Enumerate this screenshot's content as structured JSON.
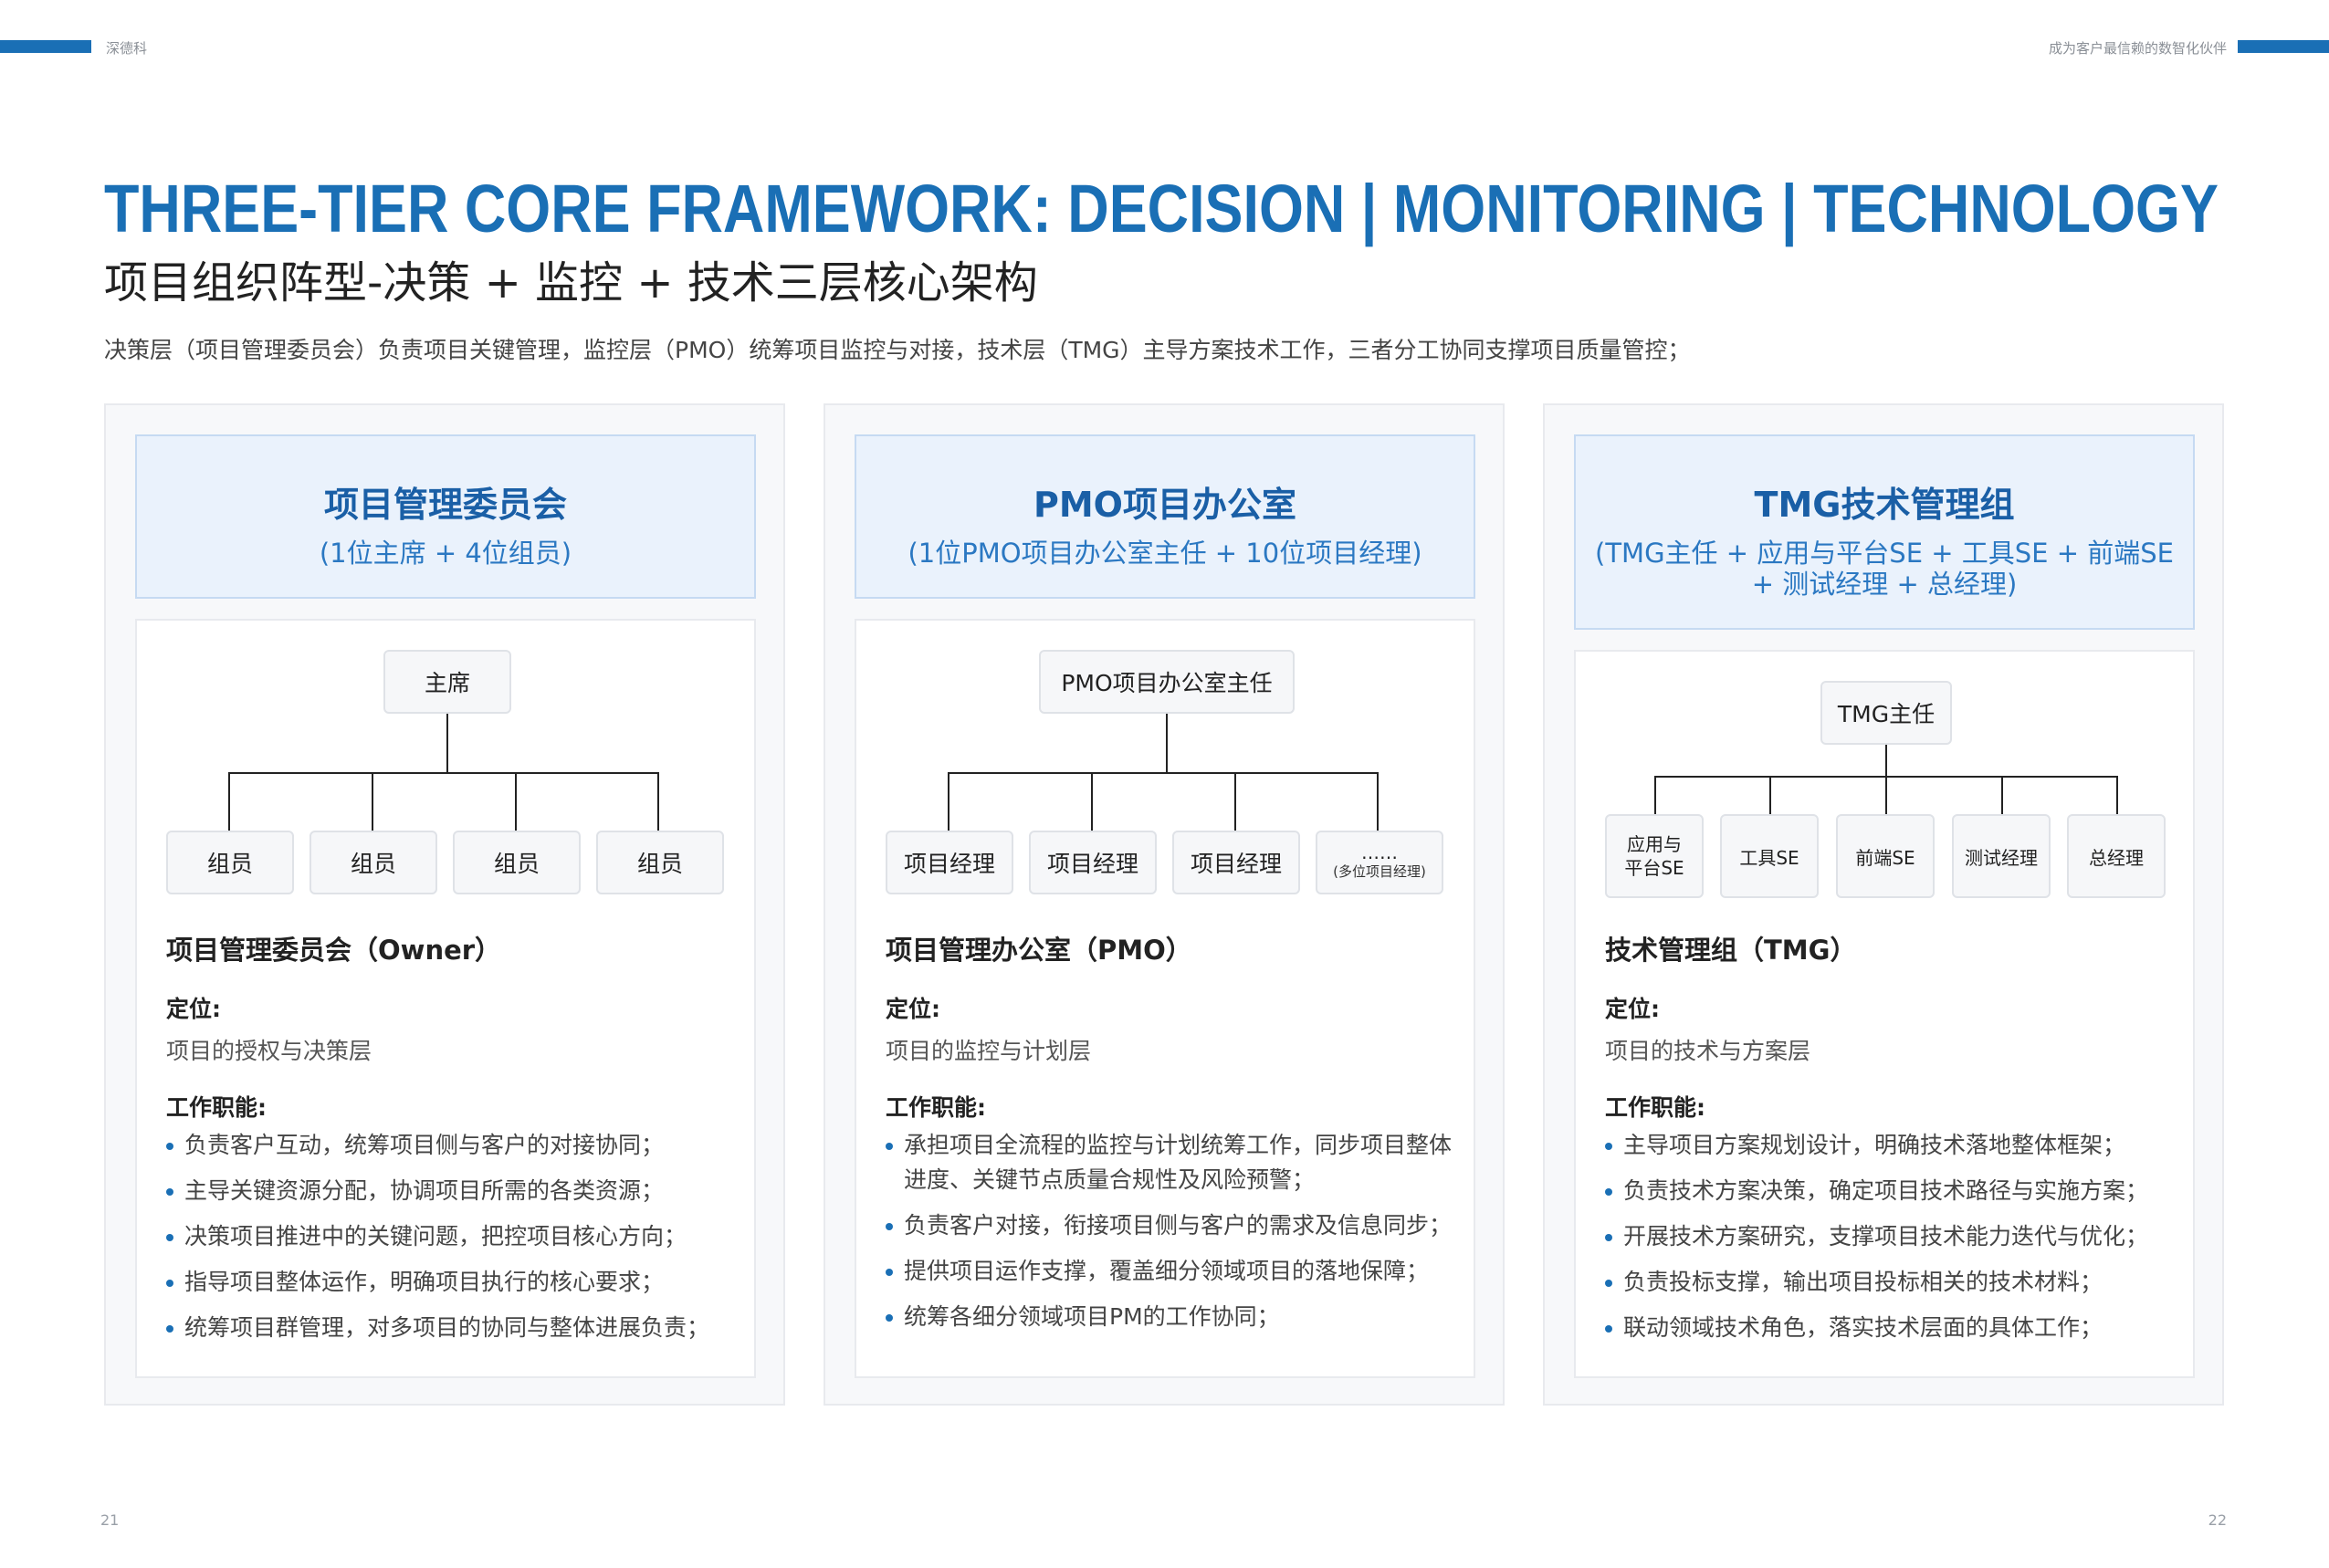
{
  "header": {
    "left_text": "深德科",
    "right_text": "成为客户最信赖的数智化伙伴"
  },
  "title_en": "THREE-TIER CORE FRAMEWORK: DECISION | MONITORING | TECHNOLOGY",
  "title_cn": "项目组织阵型-决策 + 监控 + 技术三层核心架构",
  "description": "决策层（项目管理委员会）负责项目关键管理，监控层（PMO）统筹项目监控与对接，技术层（TMG）主导方案技术工作，三者分工协同支撑项目质量管控；",
  "columns": [
    {
      "title": "项目管理委员会",
      "subtitle": "(1位主席 + 4位组员)",
      "top_node": "主席",
      "children": [
        "组员",
        "组员",
        "组员",
        "组员"
      ],
      "role_title": "项目管理委员会（Owner）",
      "position_label": "定位:",
      "position_value": "项目的授权与决策层",
      "duties_label": "工作职能:",
      "duties": [
        "负责客户互动，统筹项目侧与客户的对接协同；",
        "主导关键资源分配，协调项目所需的各类资源；",
        "决策项目推进中的关键问题，把控项目核心方向；",
        "指导项目整体运作，明确项目执行的核心要求；",
        "统筹项目群管理，对多项目的协同与整体进展负责；"
      ]
    },
    {
      "title": "PMO项目办公室",
      "subtitle": "(1位PMO项目办公室主任 + 10位项目经理)",
      "top_node": "PMO项目办公室主任",
      "children": [
        "项目经理",
        "项目经理",
        "项目经理"
      ],
      "children_more": "……",
      "children_more_note": "(多位项目经理)",
      "role_title": "项目管理办公室（PMO）",
      "position_label": "定位:",
      "position_value": "项目的监控与计划层",
      "duties_label": "工作职能:",
      "duties": [
        "承担项目全流程的监控与计划统筹工作，同步项目整体进度、关键节点质量合规性及风险预警；",
        "负责客户对接，衔接项目侧与客户的需求及信息同步；",
        "提供项目运作支撑，覆盖细分领域项目的落地保障；",
        "统筹各细分领域项目PM的工作协同；"
      ]
    },
    {
      "title": "TMG技术管理组",
      "subtitle": "(TMG主任 + 应用与平台SE + 工具SE + 前端SE + 测试经理 + 总经理)",
      "top_node": "TMG主任",
      "children": [
        "应用与平台SE",
        "工具SE",
        "前端SE",
        "测试经理",
        "总经理"
      ],
      "role_title": "技术管理组（TMG）",
      "position_label": "定位:",
      "position_value": "项目的技术与方案层",
      "duties_label": "工作职能:",
      "duties": [
        "主导项目方案规划设计，明确技术落地整体框架；",
        "负责技术方案决策，确定项目技术路径与实施方案；",
        "开展技术方案研究，支撑项目技术能力迭代与优化；",
        "负责投标支撑，输出项目投标相关的技术材料；",
        "联动领域技术角色，落实技术层面的具体工作；"
      ]
    }
  ],
  "page_numbers": {
    "left": "21",
    "right": "22"
  }
}
